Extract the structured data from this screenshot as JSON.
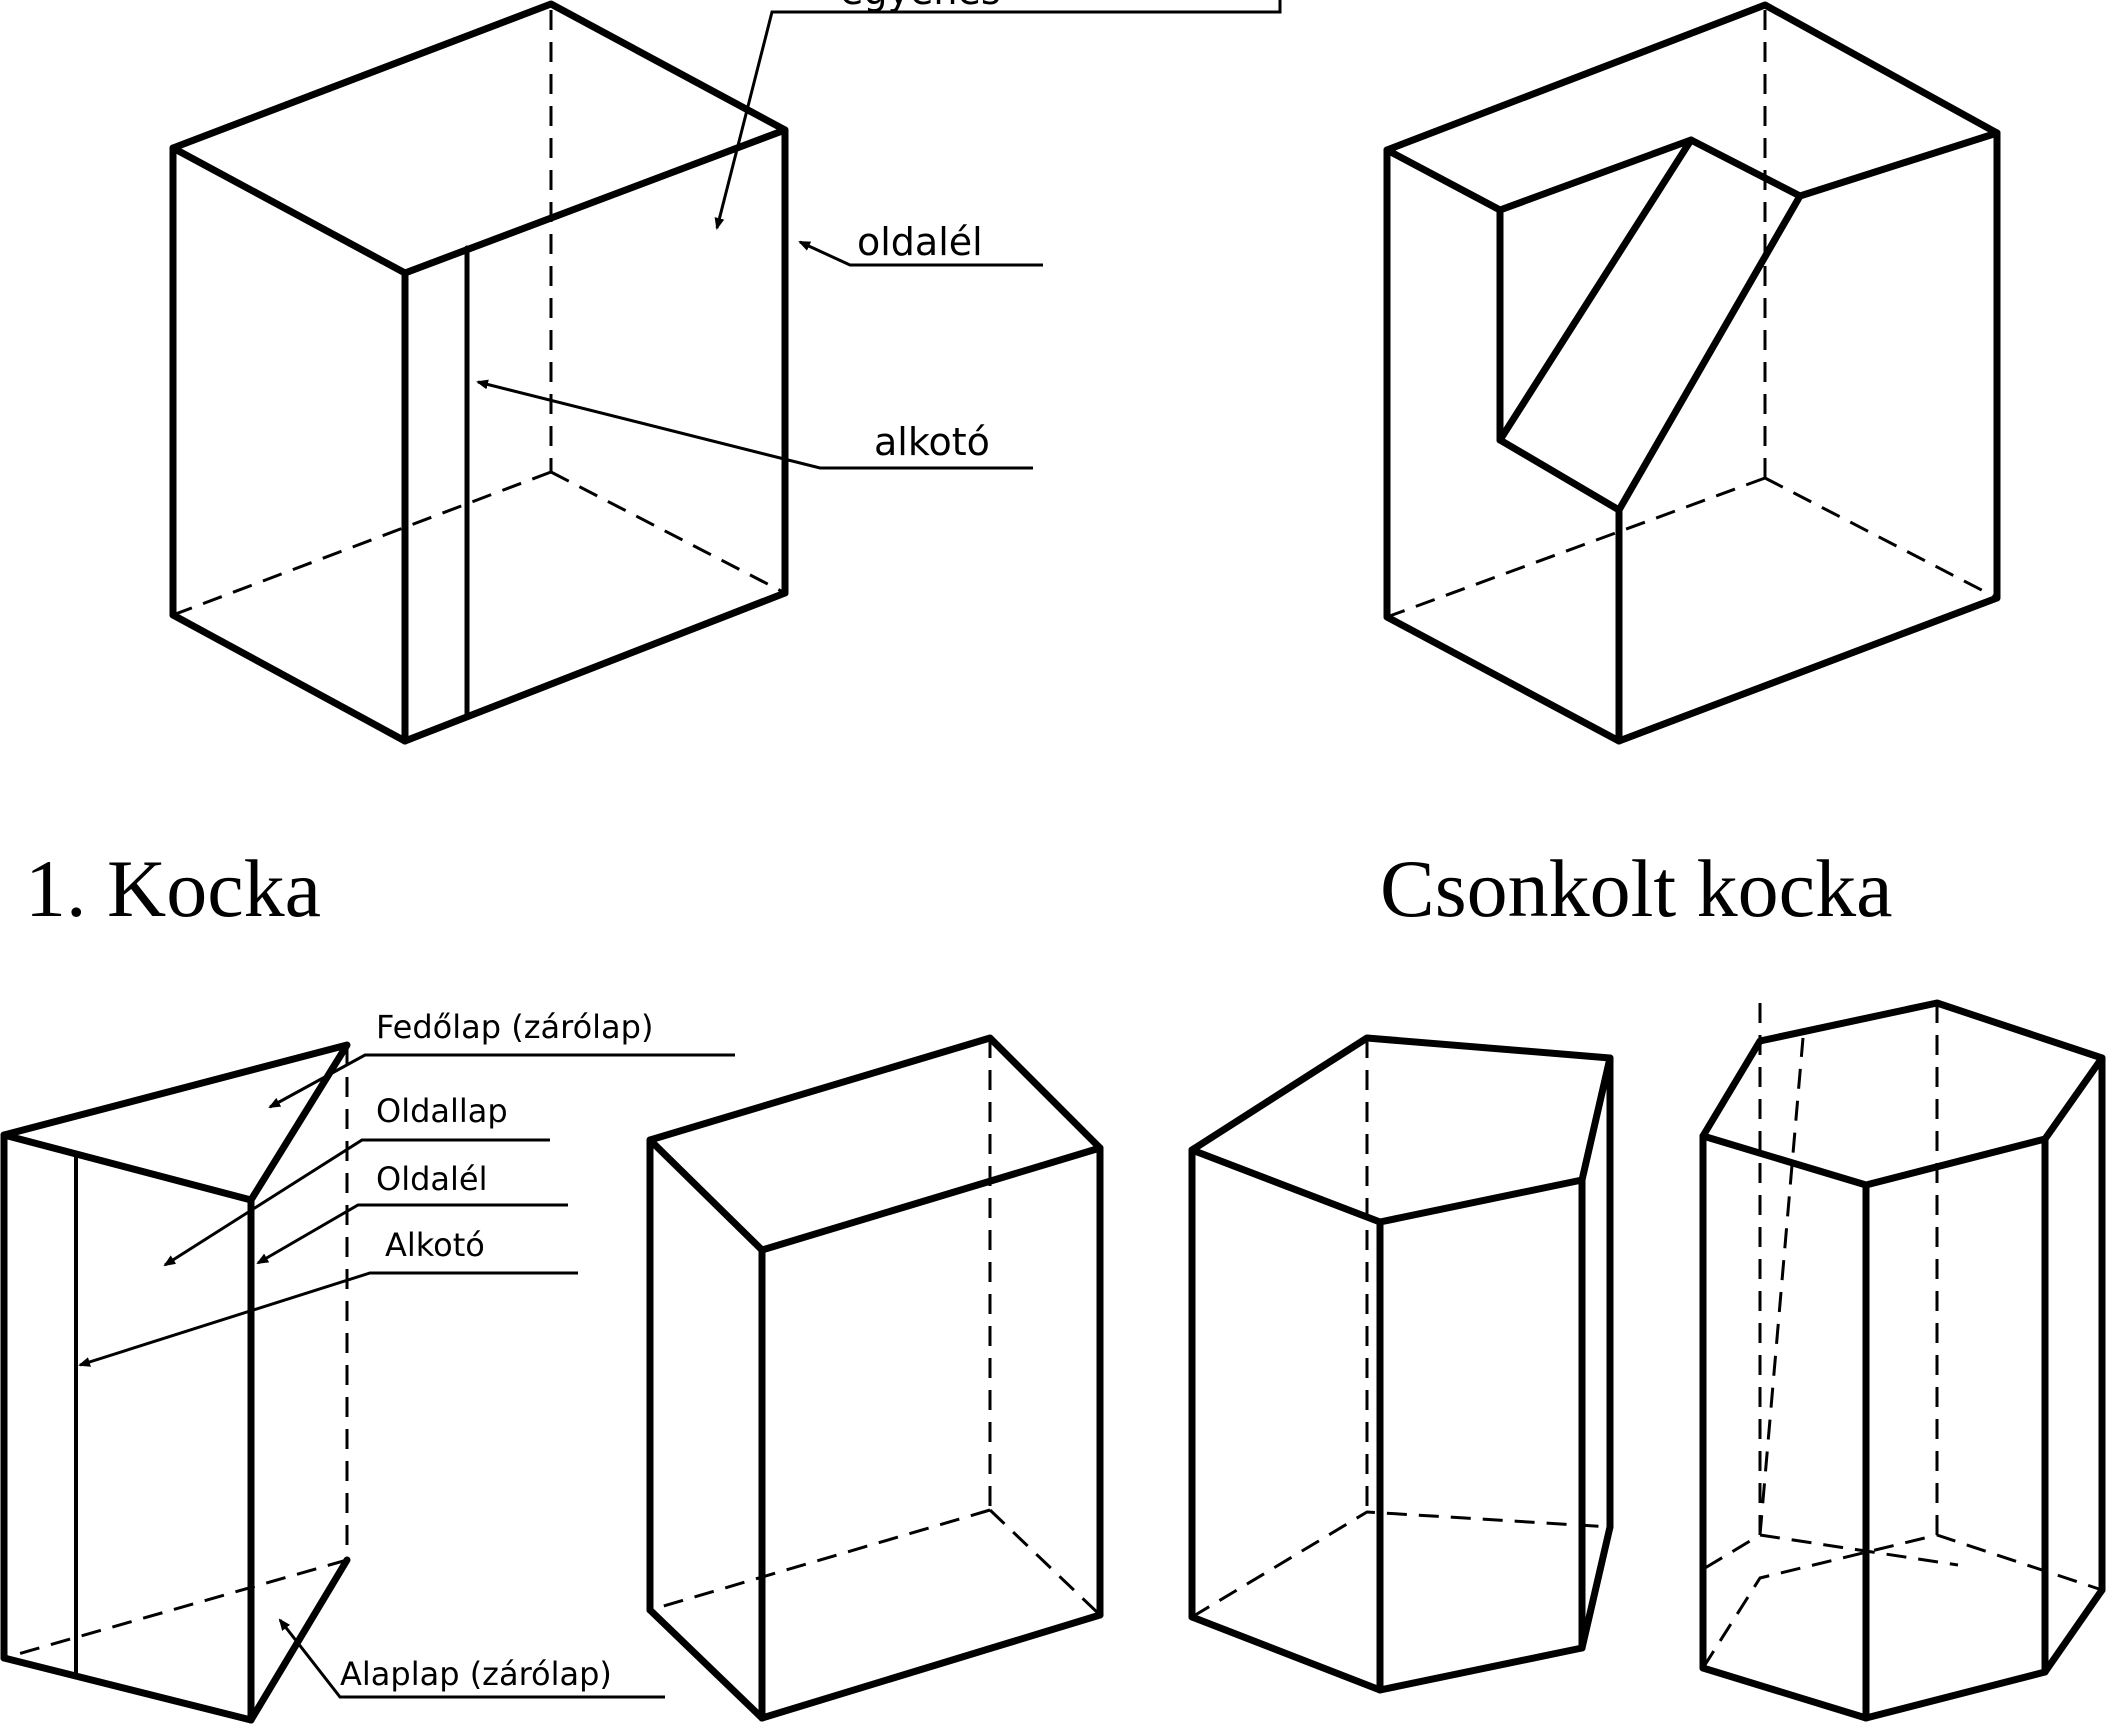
{
  "captions": {
    "cube": "1. Kocka",
    "truncated_cube": "Csonkolt kocka"
  },
  "labels": {
    "top_cut": "egyenes",
    "oldalel": "oldalél",
    "alkoto": "alkotó",
    "fedolap": "Fedőlap (zárólap)",
    "oldallap": "Oldallap",
    "oldalel2": "Oldalél",
    "alkoto2": "Alkotó",
    "alaplap": "Alaplap (zárólap)"
  }
}
